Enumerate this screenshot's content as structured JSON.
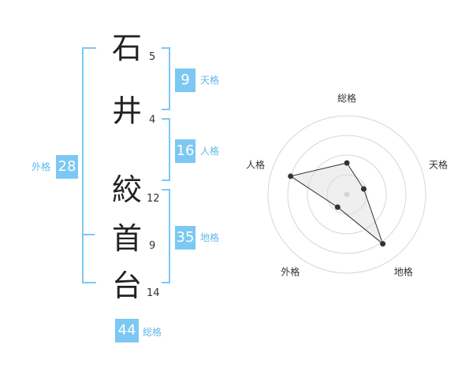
{
  "characters": [
    {
      "char": "石",
      "strokes": "5"
    },
    {
      "char": "井",
      "strokes": "4"
    },
    {
      "char": "絞",
      "strokes": "12"
    },
    {
      "char": "首",
      "strokes": "9"
    },
    {
      "char": "台",
      "strokes": "14"
    }
  ],
  "ranks": {
    "tenkaku": {
      "value": "9",
      "label": "天格"
    },
    "jinkaku": {
      "value": "16",
      "label": "人格"
    },
    "chikaku": {
      "value": "35",
      "label": "地格"
    },
    "gaikaku": {
      "value": "28",
      "label": "外格"
    },
    "soukaku": {
      "value": "44",
      "label": "総格"
    }
  },
  "colors": {
    "accent": "#7cc8f3",
    "label": "#5fb8ea",
    "radar_point": "#333333"
  },
  "chart_data": {
    "type": "radar",
    "axes": [
      "総格",
      "天格",
      "地格",
      "外格",
      "人格"
    ],
    "max": 4,
    "rings": 4,
    "values": [
      1.6,
      0.9,
      3.1,
      0.8,
      3.0
    ]
  }
}
